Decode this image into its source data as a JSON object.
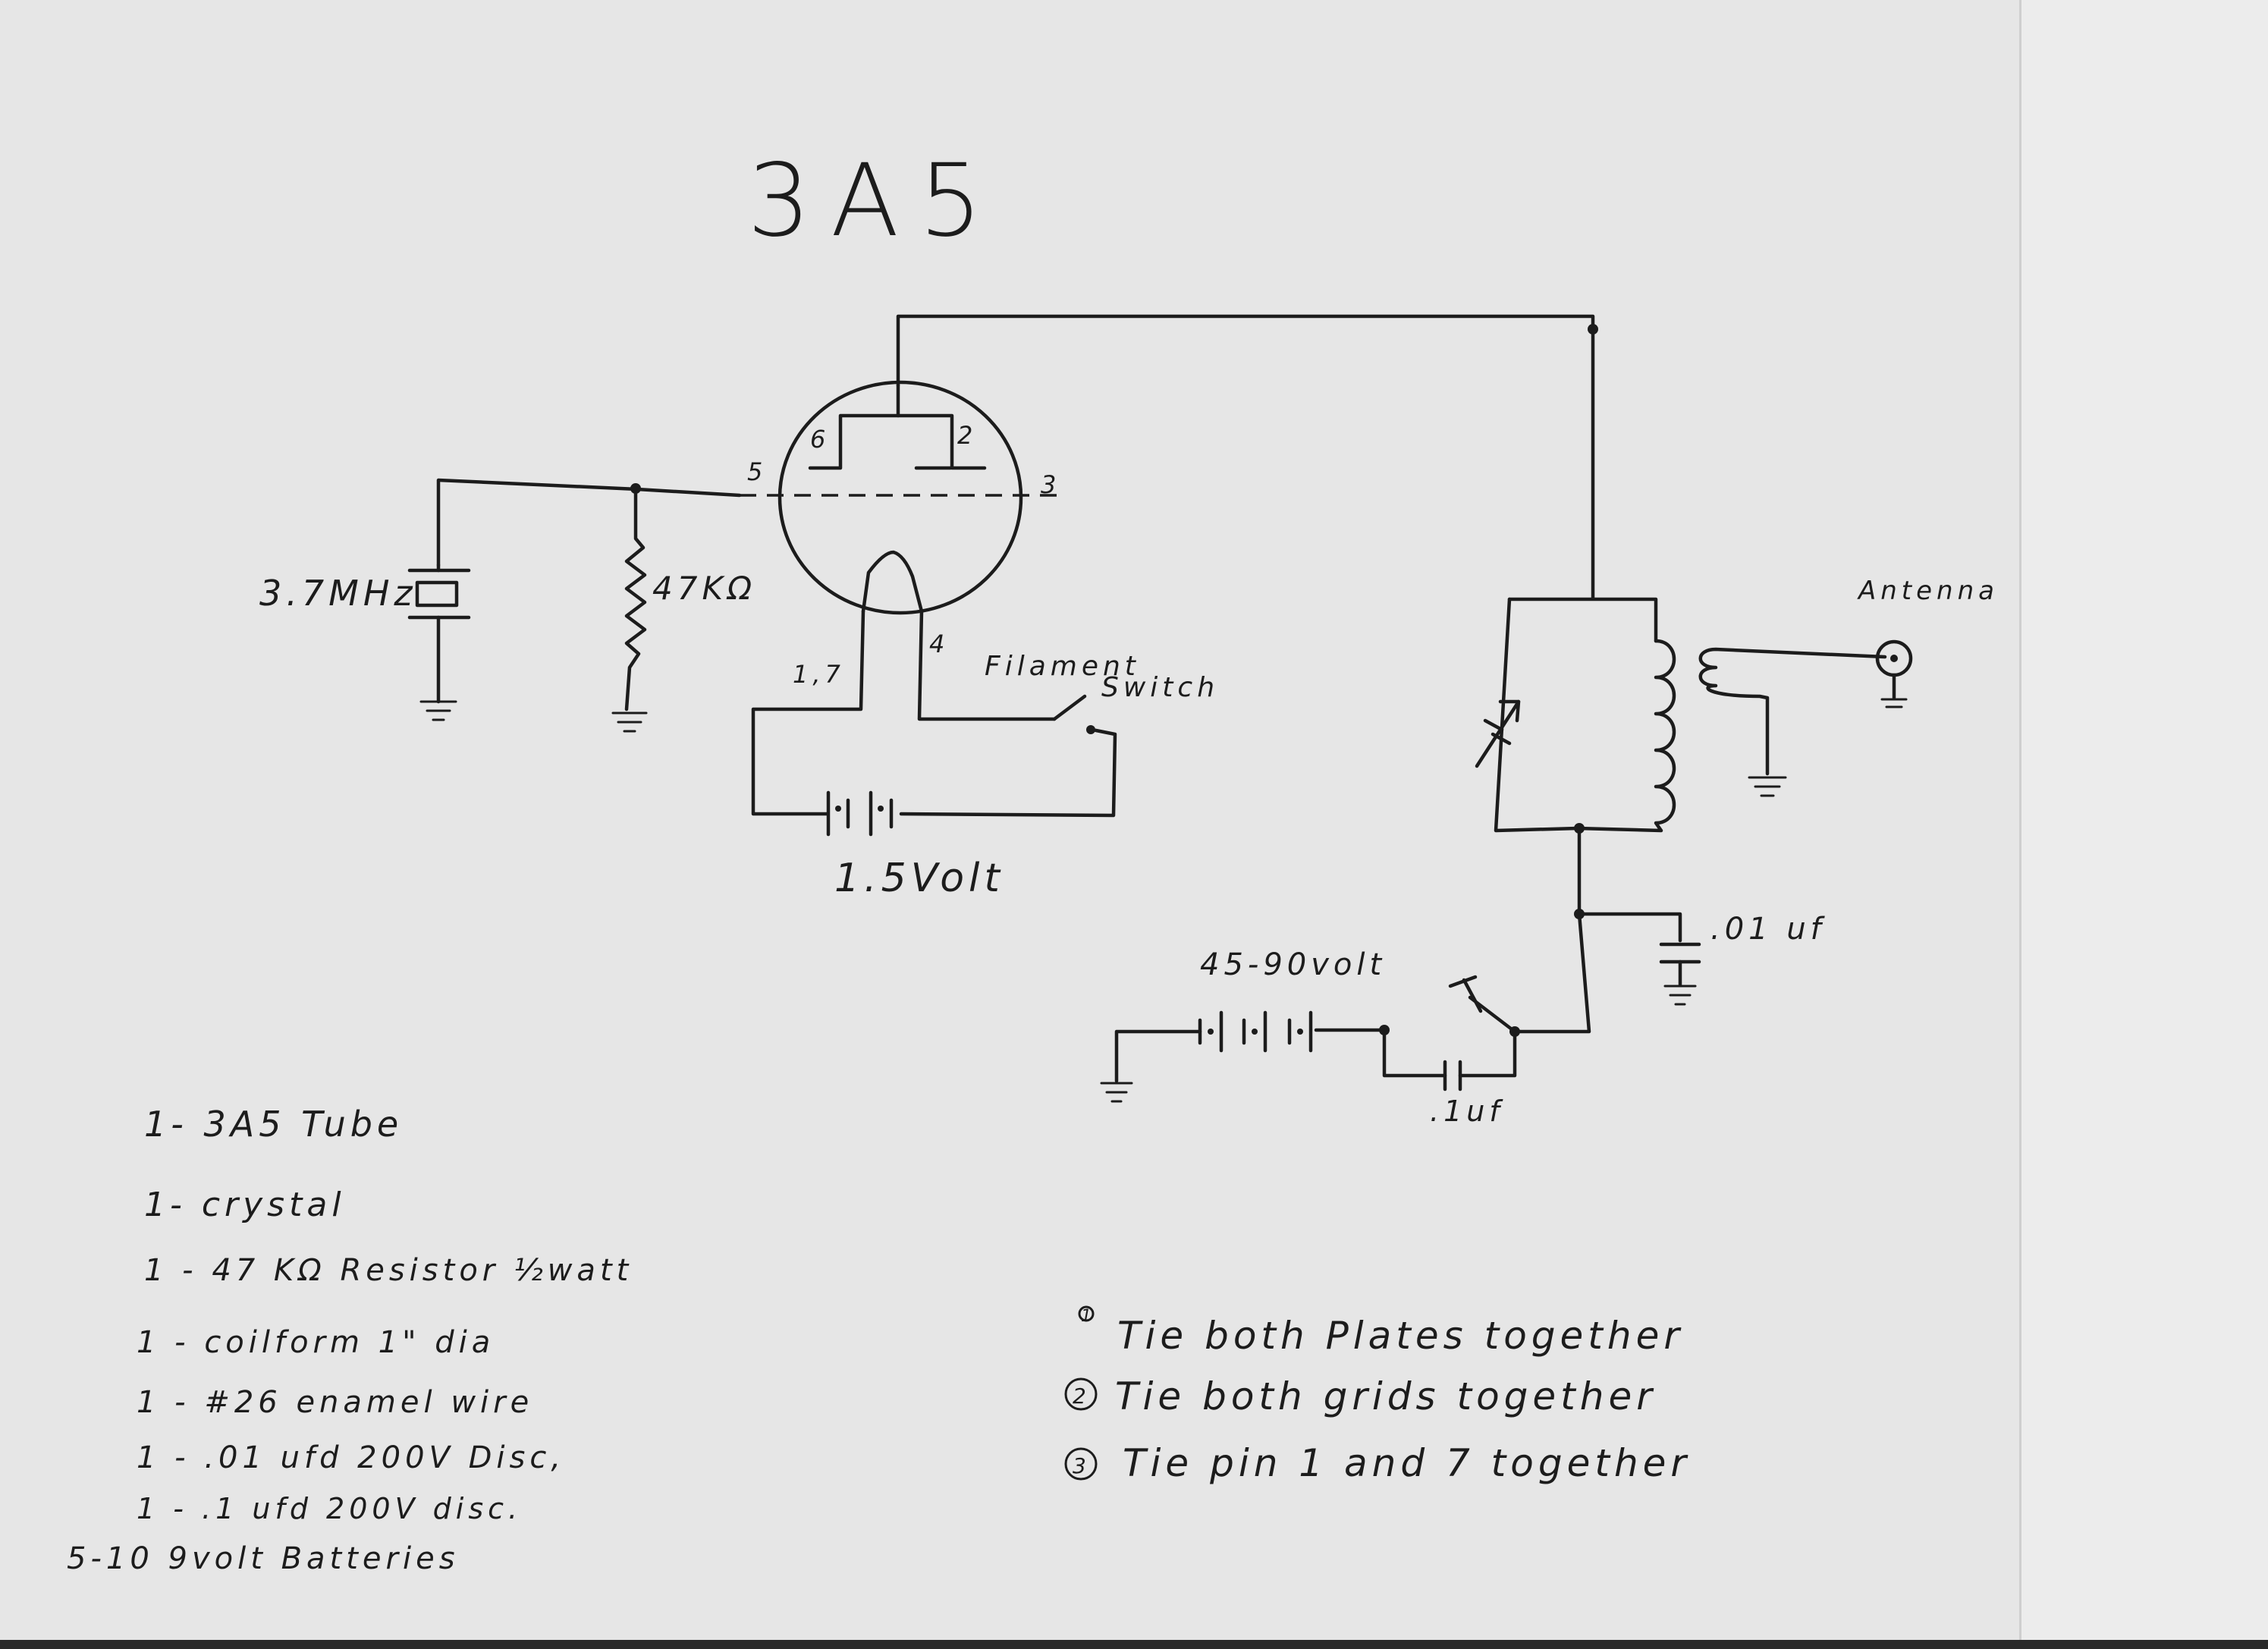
{
  "diagram": {
    "title": "3A5",
    "labels": {
      "crystal": "3.7MHz",
      "resistor": "47KΩ",
      "pin5": "5",
      "pin3": "3",
      "pin6": "6",
      "pin2": "2",
      "pin4": "4",
      "pin17": "1,7",
      "filament_switch_line1": "Filament",
      "filament_switch_line2": "Switch",
      "filament_battery": "1.5Volt",
      "antenna": "Antenna",
      "bypass_cap": ".01 uf",
      "plate_battery": "45-90volt",
      "key_cap": ".1uf"
    }
  },
  "parts_list": [
    "1- 3A5 Tube",
    "1- crystal",
    "1 - 47 KΩ Resistor ½watt",
    "1 - coilform 1\" dia",
    "1 - #26 enamel wire",
    "1 - .01 ufd 200V Disc,",
    "1 - .1 ufd 200V disc.",
    "5-10 9volt Batteries"
  ],
  "notes": [
    {
      "marker": "1",
      "text": "Tie both Plates together"
    },
    {
      "marker": "2",
      "text": "Tie both grids together"
    },
    {
      "marker": "3",
      "text": "Tie pin 1 and 7 together"
    }
  ]
}
